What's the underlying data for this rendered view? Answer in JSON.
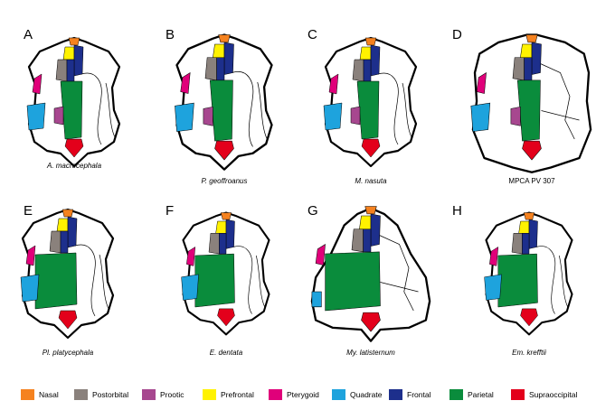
{
  "panels": [
    {
      "letter": "A",
      "caption": "A. macrocephala",
      "italic": true
    },
    {
      "letter": "B",
      "caption": "P. geoffroanus",
      "italic": true
    },
    {
      "letter": "C",
      "caption": "M. nasuta",
      "italic": true
    },
    {
      "letter": "D",
      "caption": "MPCA PV 307",
      "italic": false
    },
    {
      "letter": "E",
      "caption": "Pl. platycephala",
      "italic": true
    },
    {
      "letter": "F",
      "caption": "E. dentata",
      "italic": true
    },
    {
      "letter": "G",
      "caption": "My. latisternum",
      "italic": true
    },
    {
      "letter": "H",
      "caption": "Em. krefftii",
      "italic": true
    }
  ],
  "legend": [
    {
      "label": "Nasal",
      "color": "#f5821f"
    },
    {
      "label": "Postorbital",
      "color": "#8a817c"
    },
    {
      "label": "Prootic",
      "color": "#a7478f"
    },
    {
      "label": "Prefrontal",
      "color": "#fff200"
    },
    {
      "label": "Pterygoid",
      "color": "#e0007a"
    },
    {
      "label": "Quadrate",
      "color": "#1ea3dd"
    },
    {
      "label": "Frontal",
      "color": "#1d2f8c"
    },
    {
      "label": "Parietal",
      "color": "#0a8c3c"
    },
    {
      "label": "Supraoccipital",
      "color": "#e3001b"
    }
  ]
}
